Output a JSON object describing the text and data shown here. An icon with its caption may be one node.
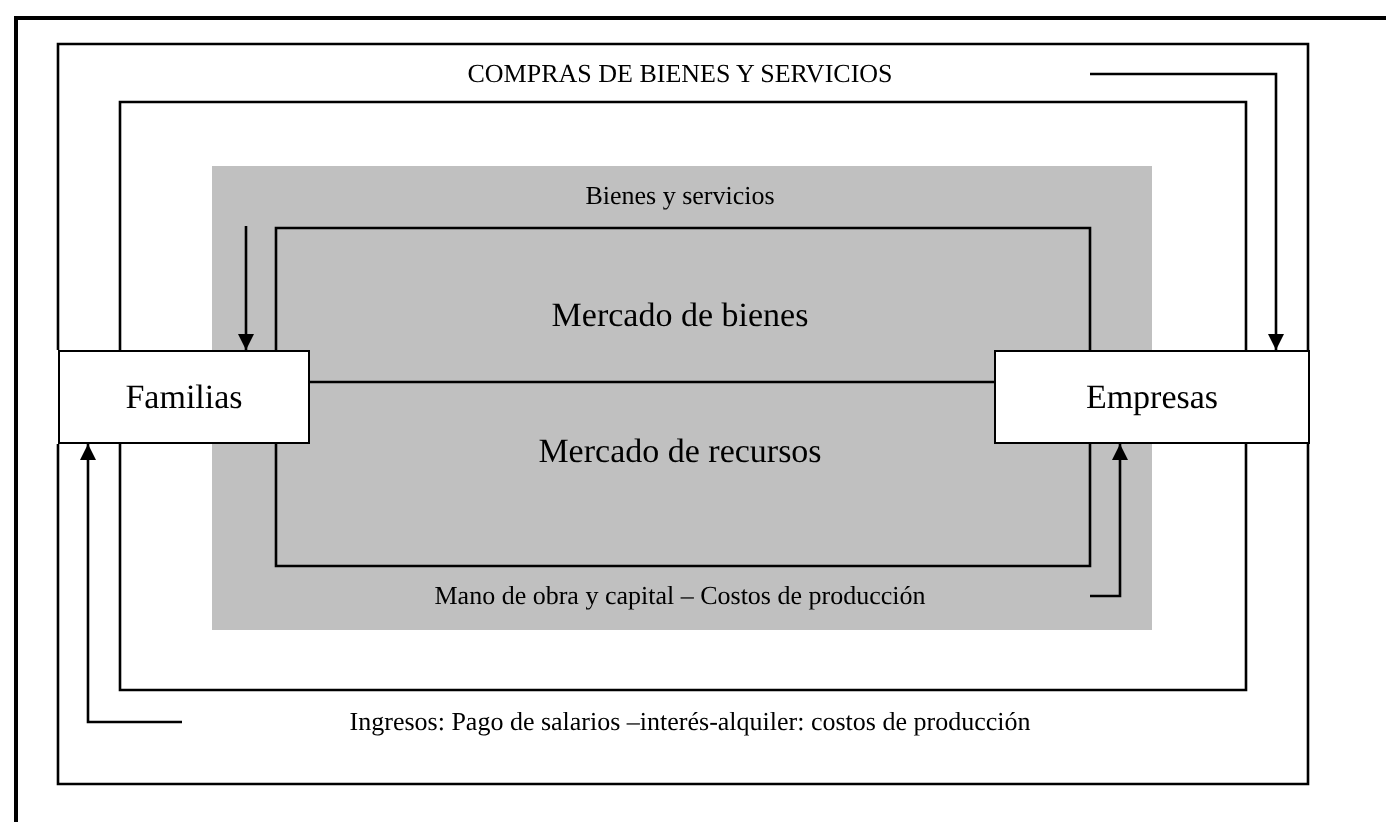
{
  "diagram": {
    "nodes": [
      {
        "text": [
          "Familias"
        ]
      },
      {
        "text": [
          "Empresas"
        ]
      }
    ],
    "edges": [
      {
        "from": null,
        "to": 1,
        "arrow": "to"
      },
      {
        "from": null,
        "to": 0,
        "arrow": "to"
      },
      {
        "from": null,
        "to": 1,
        "arrow": "to"
      },
      {
        "from": null,
        "to": 0,
        "arrow": "to"
      },
      {
        "from": 0,
        "to": 1,
        "arrow": "none"
      },
      {
        "from": 0,
        "to": 1,
        "arrow": "none"
      },
      {
        "from": 0,
        "to": 1,
        "arrow": "none",
        "label": "COMPRAS DE BIENES Y SERVICIOS"
      },
      {
        "from": 0,
        "to": 1,
        "arrow": "none",
        "label": "Ingresos: Pago de salarios –interés-alquiler: costos de producción"
      },
      {
        "from": 0,
        "to": 1,
        "arrow": "none",
        "label": "Bienes y servicios"
      },
      {
        "from": 0,
        "to": 1,
        "arrow": "none",
        "label": "Mano de obra y capital – Costos de producción"
      },
      {
        "from": 0,
        "to": 1,
        "arrow": "none"
      }
    ],
    "labels": [
      "Mercado de bienes",
      "Mercado de recursos"
    ]
  }
}
